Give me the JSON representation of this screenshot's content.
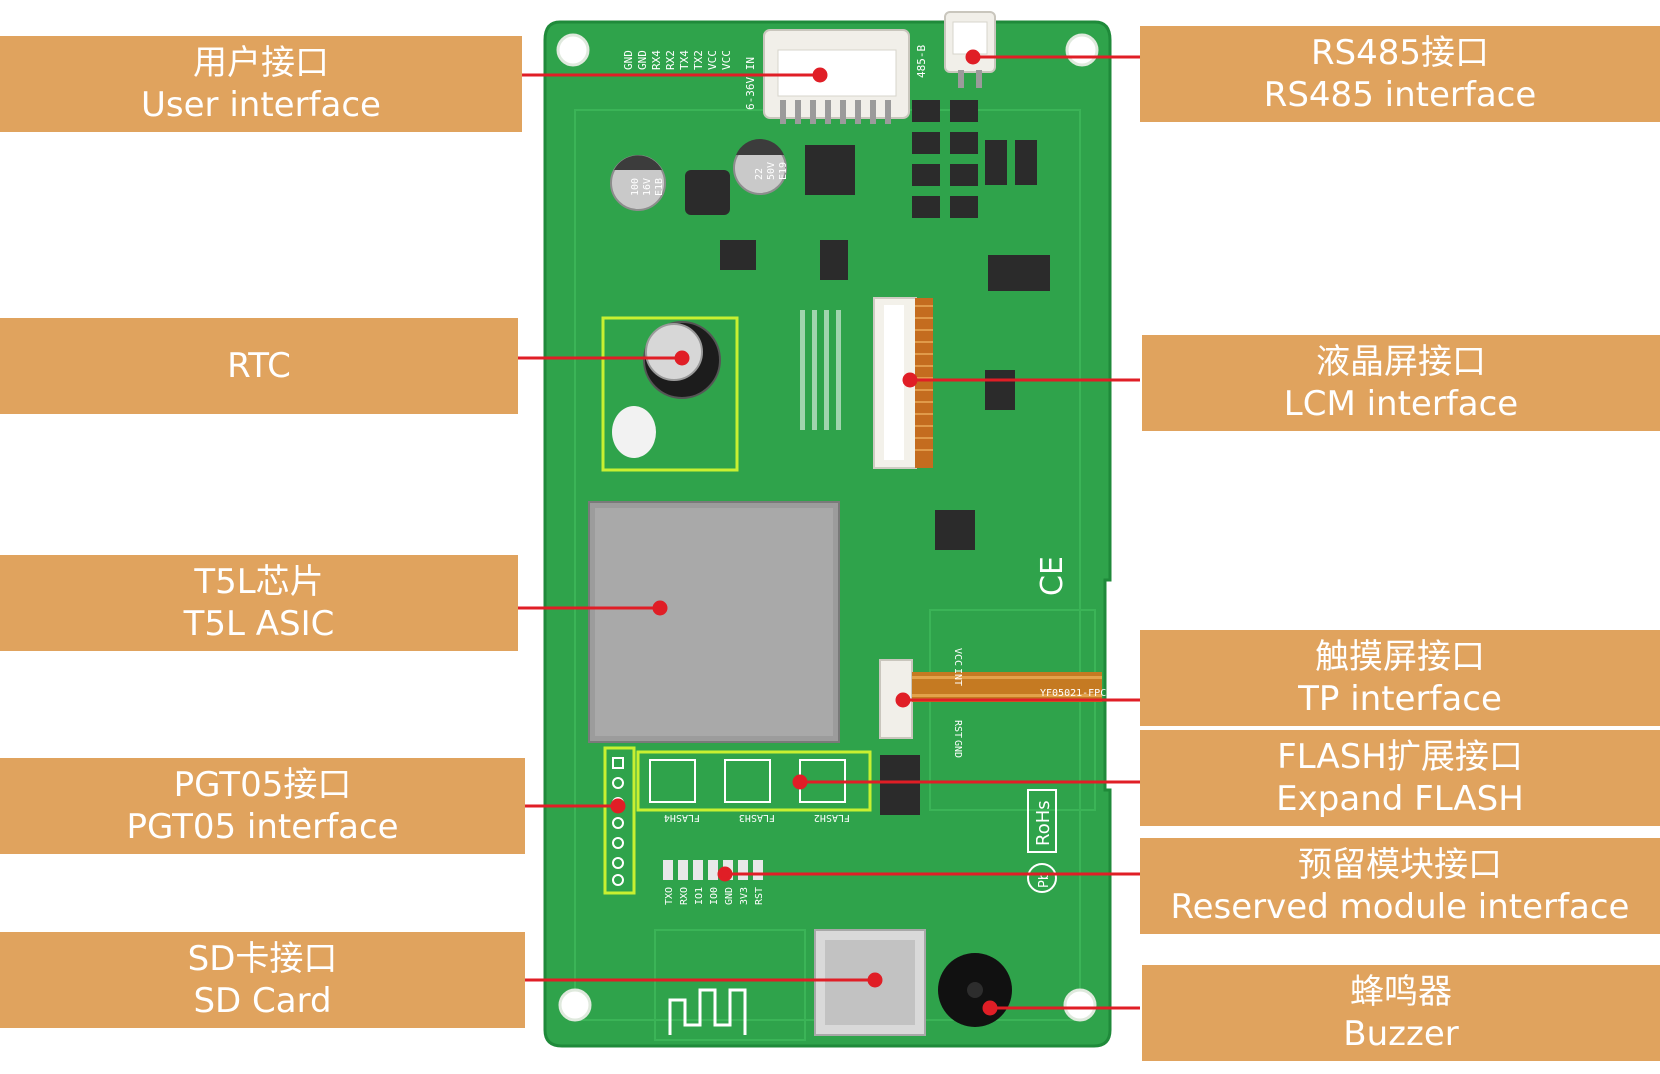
{
  "callouts": {
    "user_interface": {
      "zh": "用户接口",
      "en": "User interface"
    },
    "rs485_interface": {
      "zh": "RS485接口",
      "en": "RS485 interface"
    },
    "rtc": {
      "zh": "",
      "en": "RTC"
    },
    "lcm_interface": {
      "zh": "液晶屏接口",
      "en": "LCM interface"
    },
    "t5l_asic": {
      "zh": "T5L芯片",
      "en": "T5L ASIC"
    },
    "tp_interface": {
      "zh": "触摸屏接口",
      "en": "TP interface"
    },
    "pgt05_interface": {
      "zh": "PGT05接口",
      "en": "PGT05 interface"
    },
    "expand_flash": {
      "zh": "FLASH扩展接口",
      "en": "Expand FLASH"
    },
    "reserved_module": {
      "zh": "预留模块接口",
      "en": "Reserved module interface"
    },
    "sd_card": {
      "zh": "SD卡接口",
      "en": "SD Card"
    },
    "buzzer": {
      "zh": "蜂鸣器",
      "en": "Buzzer"
    }
  },
  "silkscreen": {
    "user_pins": [
      "GND",
      "GND",
      "RX4",
      "RX2",
      "TX4",
      "TX2",
      "VCC",
      "VCC"
    ],
    "voltage": "6-36V IN",
    "rs485": "485-B",
    "tp_pins": [
      "VCC",
      "INT",
      "RST",
      "GND"
    ],
    "fpc": "YF05021-FPC",
    "flash_slots": [
      "FLASH4",
      "FLASH3",
      "FLASH2"
    ],
    "reserved_pins": [
      "TXO",
      "RXO",
      "IO1",
      "IO0",
      "GND",
      "3V3",
      "RST"
    ],
    "rohs": "RoHs",
    "ce": "CE",
    "pb": "Pb",
    "cap1": [
      "100",
      "16V",
      "E1B"
    ],
    "cap2": [
      "22",
      "50V",
      "E19"
    ]
  },
  "colors": {
    "label_bg": "#e0a35e",
    "label_text": "#ffffff",
    "pcb": "#2fa34b",
    "pointer": "#e01e26",
    "highlight_box": "#c8f031"
  }
}
